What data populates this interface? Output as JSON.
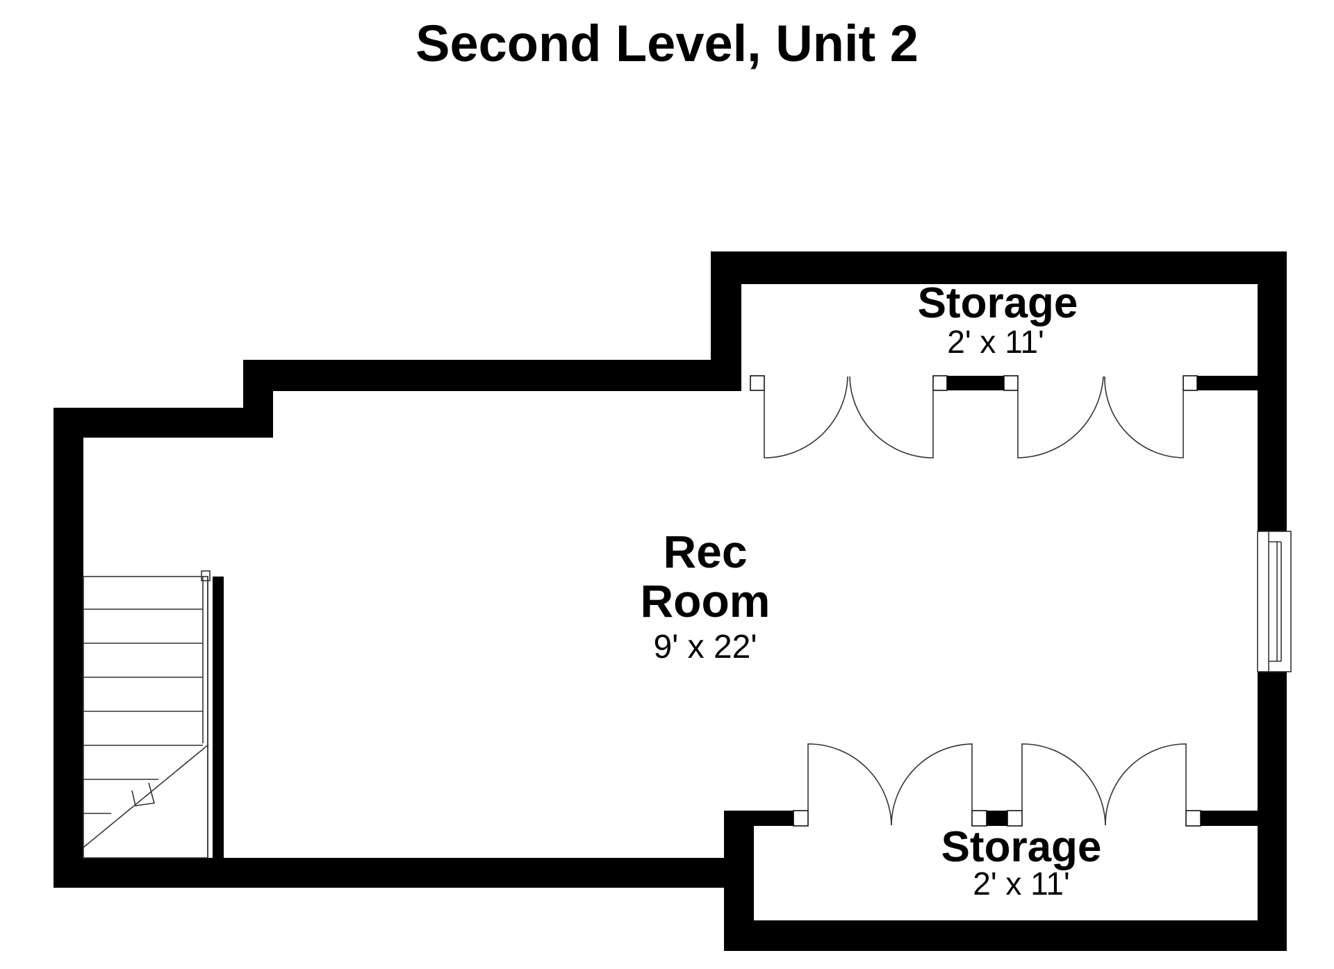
{
  "plan": {
    "title": "Second Level, Unit 2",
    "rooms": {
      "rec_room": {
        "name_line1": "Rec",
        "name_line2": "Room",
        "dimensions": "9' x 22'"
      },
      "storage_top": {
        "name": "Storage",
        "dimensions": "2' x 11'"
      },
      "storage_bottom": {
        "name": "Storage",
        "dimensions": "2' x 11'"
      }
    },
    "colors": {
      "wall": "#000000",
      "background": "#ffffff",
      "lines": "#333333"
    },
    "icons": [
      "stairs-icon",
      "door-swing-icon",
      "window-icon"
    ]
  }
}
